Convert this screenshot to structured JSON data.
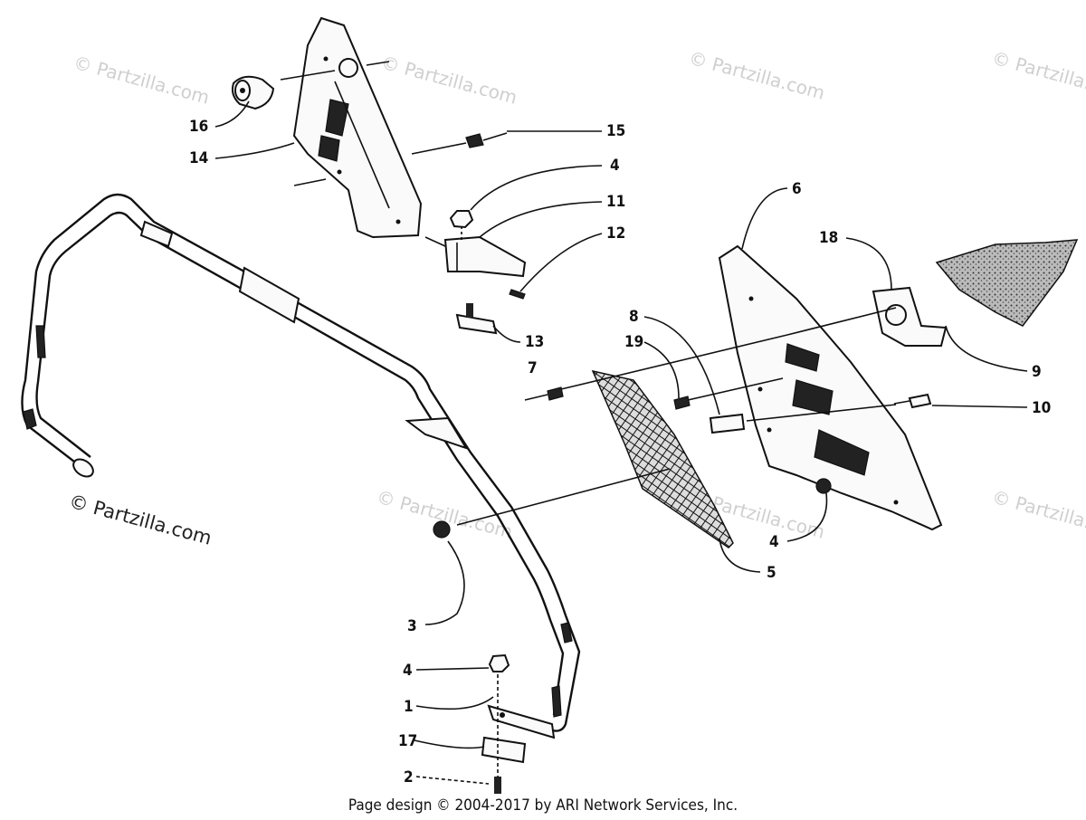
{
  "watermark": {
    "text": "© Partzilla.com"
  },
  "callouts": [
    {
      "id": "16",
      "label": "16"
    },
    {
      "id": "14",
      "label": "14"
    },
    {
      "id": "15",
      "label": "15"
    },
    {
      "id": "4a",
      "label": "4"
    },
    {
      "id": "11",
      "label": "11"
    },
    {
      "id": "12",
      "label": "12"
    },
    {
      "id": "13",
      "label": "13"
    },
    {
      "id": "6",
      "label": "6"
    },
    {
      "id": "18",
      "label": "18"
    },
    {
      "id": "8",
      "label": "8"
    },
    {
      "id": "19",
      "label": "19"
    },
    {
      "id": "7",
      "label": "7"
    },
    {
      "id": "9",
      "label": "9"
    },
    {
      "id": "10",
      "label": "10"
    },
    {
      "id": "4b",
      "label": "4"
    },
    {
      "id": "5",
      "label": "5"
    },
    {
      "id": "3",
      "label": "3"
    },
    {
      "id": "4c",
      "label": "4"
    },
    {
      "id": "1",
      "label": "1"
    },
    {
      "id": "17",
      "label": "17"
    },
    {
      "id": "2",
      "label": "2"
    }
  ],
  "footer": {
    "text": "Page design © 2004-2017 by ARI Network Services, Inc."
  }
}
